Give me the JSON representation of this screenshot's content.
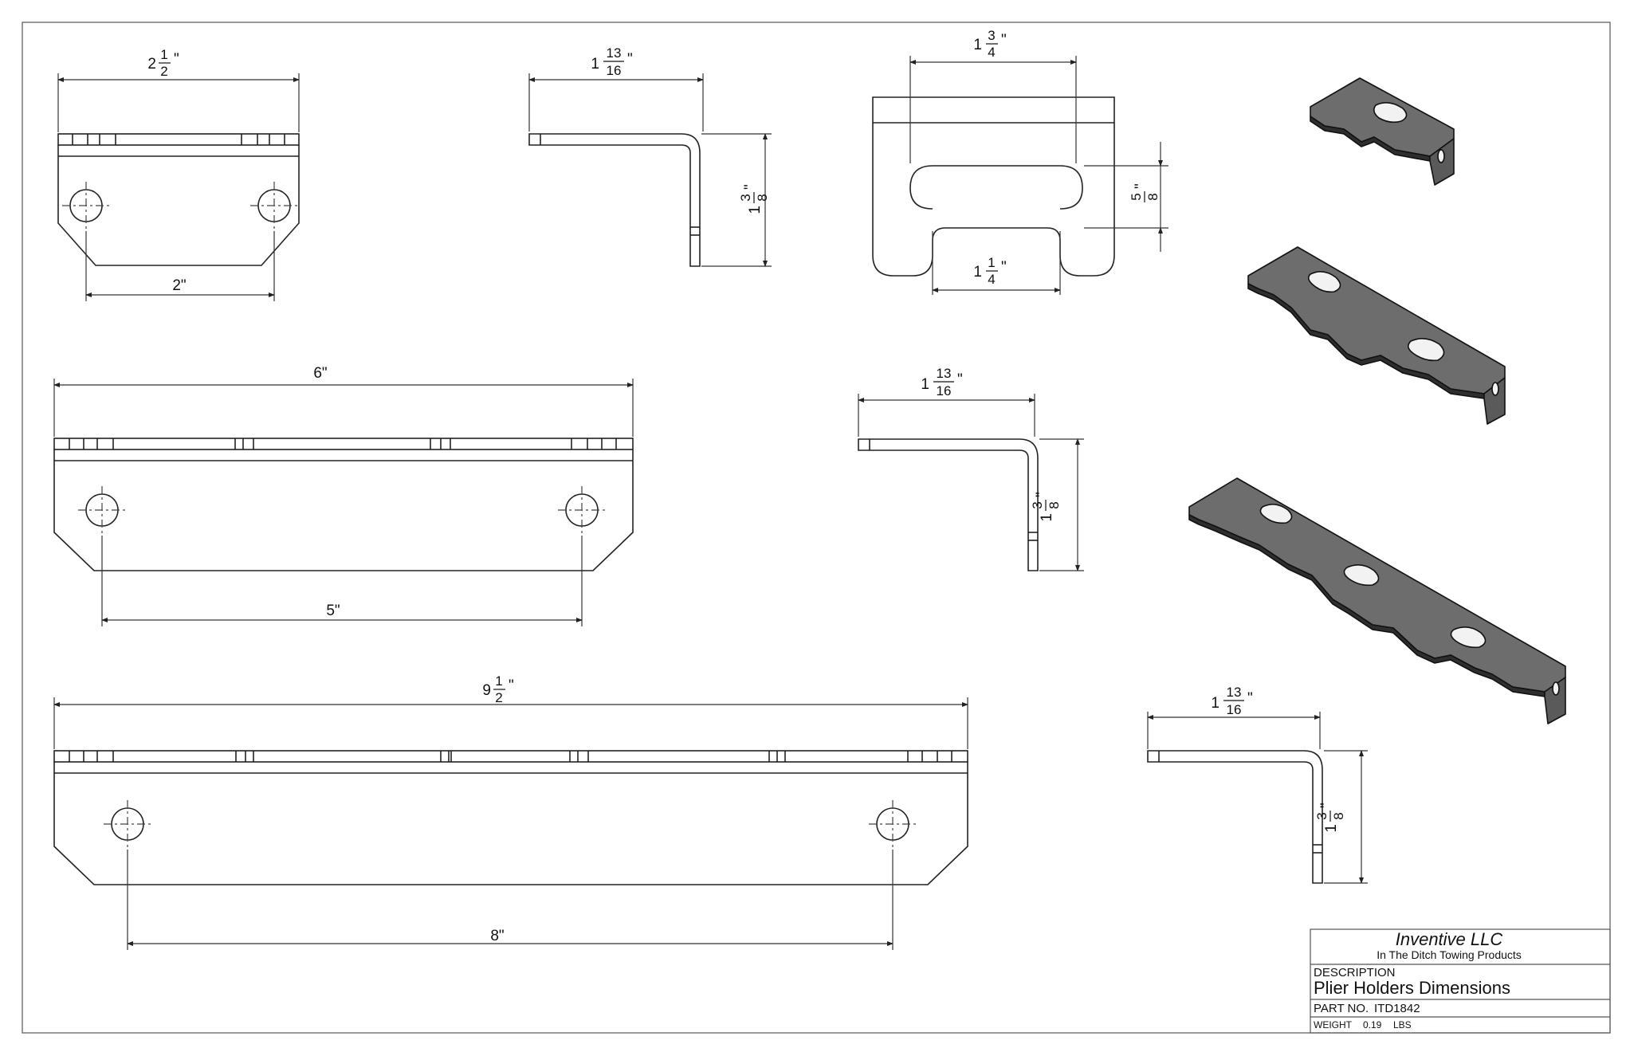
{
  "title_block": {
    "company": "Inventive LLC",
    "tagline": "In The Ditch Towing Products",
    "description_label": "DESCRIPTION",
    "description": "Plier Holders Dimensions",
    "part_no_label": "PART NO.",
    "part_no": "ITD1842",
    "weight_label": "WEIGHT",
    "weight": "0.19",
    "weight_unit": "LBS"
  },
  "dims": {
    "small_width_whole": "2",
    "small_width_num": "1",
    "small_width_den": "2",
    "small_holes": "2\"",
    "side_top_whole": "1",
    "side_top_num": "13",
    "side_top_den": "16",
    "side_height_whole": "1",
    "side_height_num": "3",
    "side_height_den": "8",
    "end_width_whole": "1",
    "end_width_num": "3",
    "end_width_den": "4",
    "end_slot_num": "5",
    "end_slot_den": "8",
    "end_opening_whole": "1",
    "end_opening_num": "1",
    "end_opening_den": "4",
    "medium_length": "6\"",
    "medium_holes": "5\"",
    "large_length_whole": "9",
    "large_length_num": "1",
    "large_length_den": "2",
    "large_holes": "8\""
  }
}
